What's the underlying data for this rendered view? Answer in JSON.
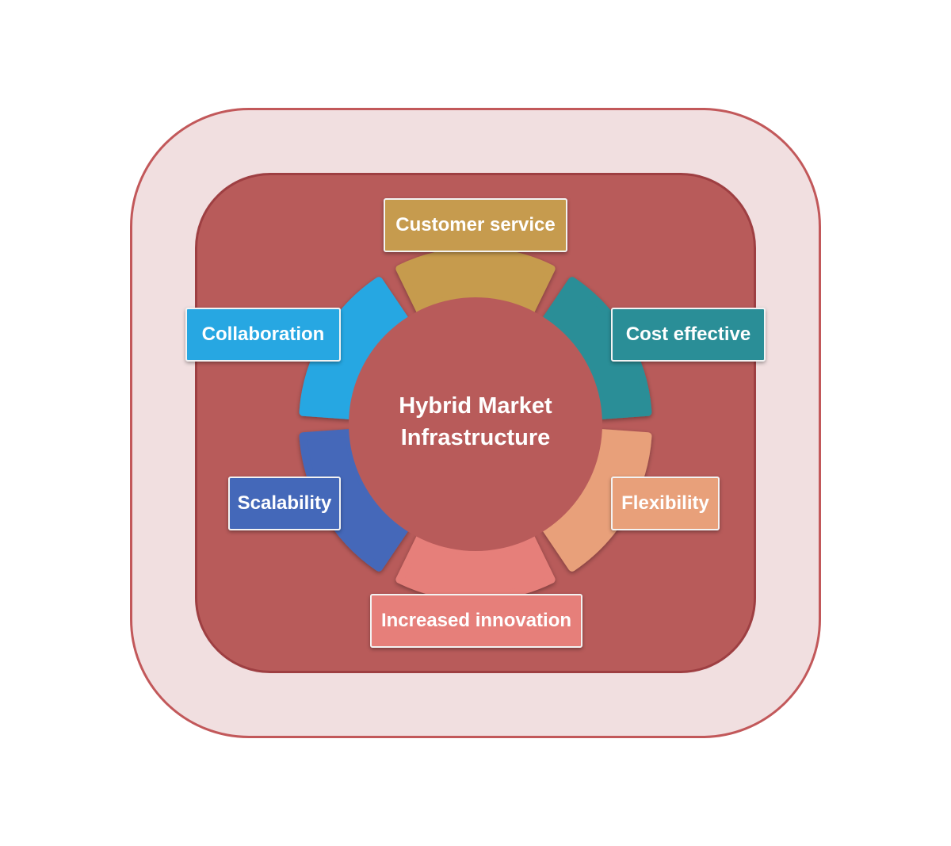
{
  "diagram": {
    "center_title_line1": "Hybrid Market",
    "center_title_line2": "Infrastructure",
    "segments": [
      {
        "id": "customer",
        "label": "Customer service",
        "color": "#c69b4e"
      },
      {
        "id": "cost",
        "label": "Cost effective",
        "color": "#2a8e97"
      },
      {
        "id": "flex",
        "label": "Flexibility",
        "color": "#e8a07a"
      },
      {
        "id": "innov",
        "label": "Increased innovation",
        "color": "#e67f7a"
      },
      {
        "id": "scal",
        "label": "Scalability",
        "color": "#4468b9"
      },
      {
        "id": "collab",
        "label": "Collaboration",
        "color": "#27a7e2"
      }
    ],
    "colors": {
      "outer_fill": "#f1dfe0",
      "outer_border": "#c2585a",
      "inner_fill": "#b85b5a",
      "inner_border": "#9e3f42"
    }
  }
}
